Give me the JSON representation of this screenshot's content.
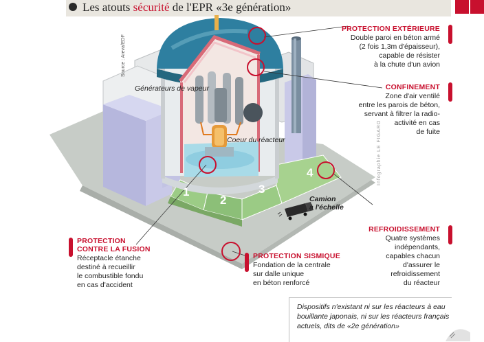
{
  "title": {
    "prefix": "Les atouts ",
    "highlight": "sécurité",
    "suffix": " de l'EPR «3e génération»"
  },
  "source": "Source : Areva/EDF",
  "credit": "Infographie LE FIGARO",
  "labels": {
    "steam_generators": "Générateurs de vapeur",
    "reactor_core": "Coeur du réacteur",
    "truck": "Camion\nà l'échelle"
  },
  "zones": [
    "1",
    "2",
    "3",
    "4"
  ],
  "annotations": {
    "exterior": {
      "title": "PROTECTION EXTÉRIEURE",
      "text": "Double paroi en béton armé\n(2 fois 1,3m d'épaisseur),\ncapable de résister\nà la chute d'un avion"
    },
    "confinement": {
      "title": "CONFINEMENT",
      "text": "Zone d'air ventilé\nentre les parois de béton,\nservant à filtrer la radio-\nactivité en cas\nde fuite"
    },
    "cooling": {
      "title": "REFROIDISSEMENT",
      "text": "Quatre systèmes\nindépendants,\ncapables chacun\nd'assurer le\nrefroidissement\ndu réacteur"
    },
    "fusion": {
      "title1": "PROTECTION",
      "title2": "CONTRE LA FUSION",
      "text": "Réceptacle étanche\ndestiné à  recueillir\nle combustible fondu\nen cas d'accident"
    },
    "seismic": {
      "title": "PROTECTION SISMIQUE",
      "text": "Fondation de la centrale\nsur dalle unique\nen béton renforcé"
    }
  },
  "note": "Dispositifs n'existant ni sur les réacteurs à eau bouillante japonais, ni sur les réacteurs français actuels, dits de «2e génération»",
  "colors": {
    "accent": "#c8102e",
    "dome": "#2e7fa0",
    "ground": "#cfd3cf",
    "zones_green": "#8bbf7a",
    "buildings": "#b7b8dc"
  }
}
